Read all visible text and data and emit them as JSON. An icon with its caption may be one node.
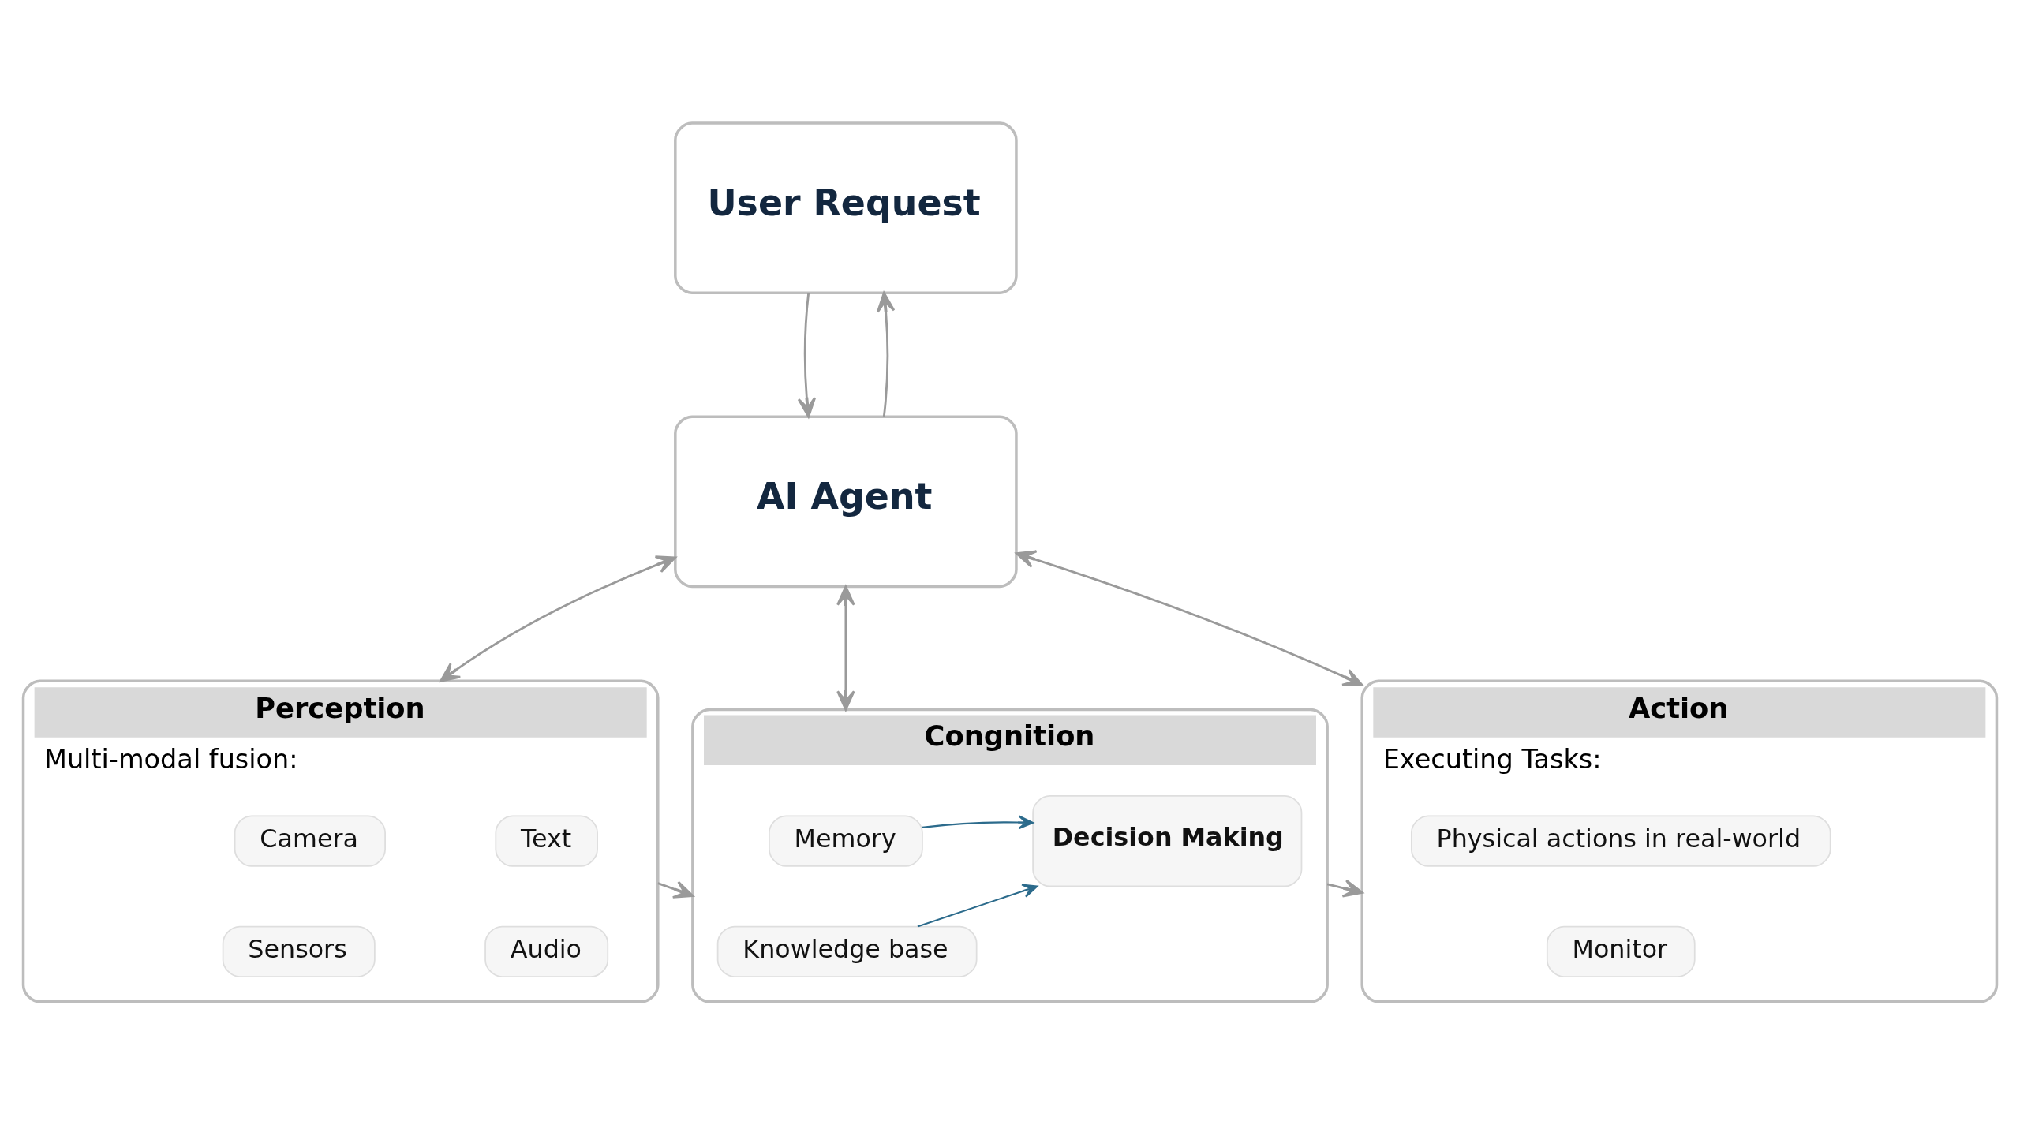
{
  "diagram": {
    "nodes": [
      {
        "text": [
          "User Request"
        ]
      },
      {
        "text": [
          "AI Agent"
        ]
      },
      {
        "text": [
          "Perception",
          "Multi-modal fusion:"
        ]
      },
      {
        "text": [
          "Camera"
        ],
        "in": 2
      },
      {
        "text": [
          "Text"
        ],
        "in": 2
      },
      {
        "text": [
          "Sensors"
        ],
        "in": 2
      },
      {
        "text": [
          "Audio"
        ],
        "in": 2
      },
      {
        "text": [
          "Congnition"
        ]
      },
      {
        "text": [
          "Memory"
        ],
        "in": 7
      },
      {
        "text": [
          "Knowledge base"
        ],
        "in": 7
      },
      {
        "text": [
          "Decision Making"
        ],
        "in": 7
      },
      {
        "text": [
          "Action",
          "Executing Tasks:"
        ]
      },
      {
        "text": [
          "Physical actions in real-world"
        ],
        "in": 11
      },
      {
        "text": [
          "Monitor"
        ],
        "in": 11
      }
    ],
    "edges": [
      {
        "from": 1,
        "to": 0,
        "arrow": "to"
      },
      {
        "from": 0,
        "to": 1,
        "arrow": "to"
      },
      {
        "from": 1,
        "to": 2,
        "arrow": "both"
      },
      {
        "from": 1,
        "to": 7,
        "arrow": "both"
      },
      {
        "from": 1,
        "to": 11,
        "arrow": "both"
      },
      {
        "from": 2,
        "to": 7,
        "arrow": "to"
      },
      {
        "from": 8,
        "to": 10,
        "arrow": "to",
        "color": "#2c6b8c"
      },
      {
        "from": 9,
        "to": 10,
        "arrow": "to",
        "color": "#2c6b8c"
      },
      {
        "from": 7,
        "to": 11,
        "arrow": "to"
      }
    ]
  }
}
